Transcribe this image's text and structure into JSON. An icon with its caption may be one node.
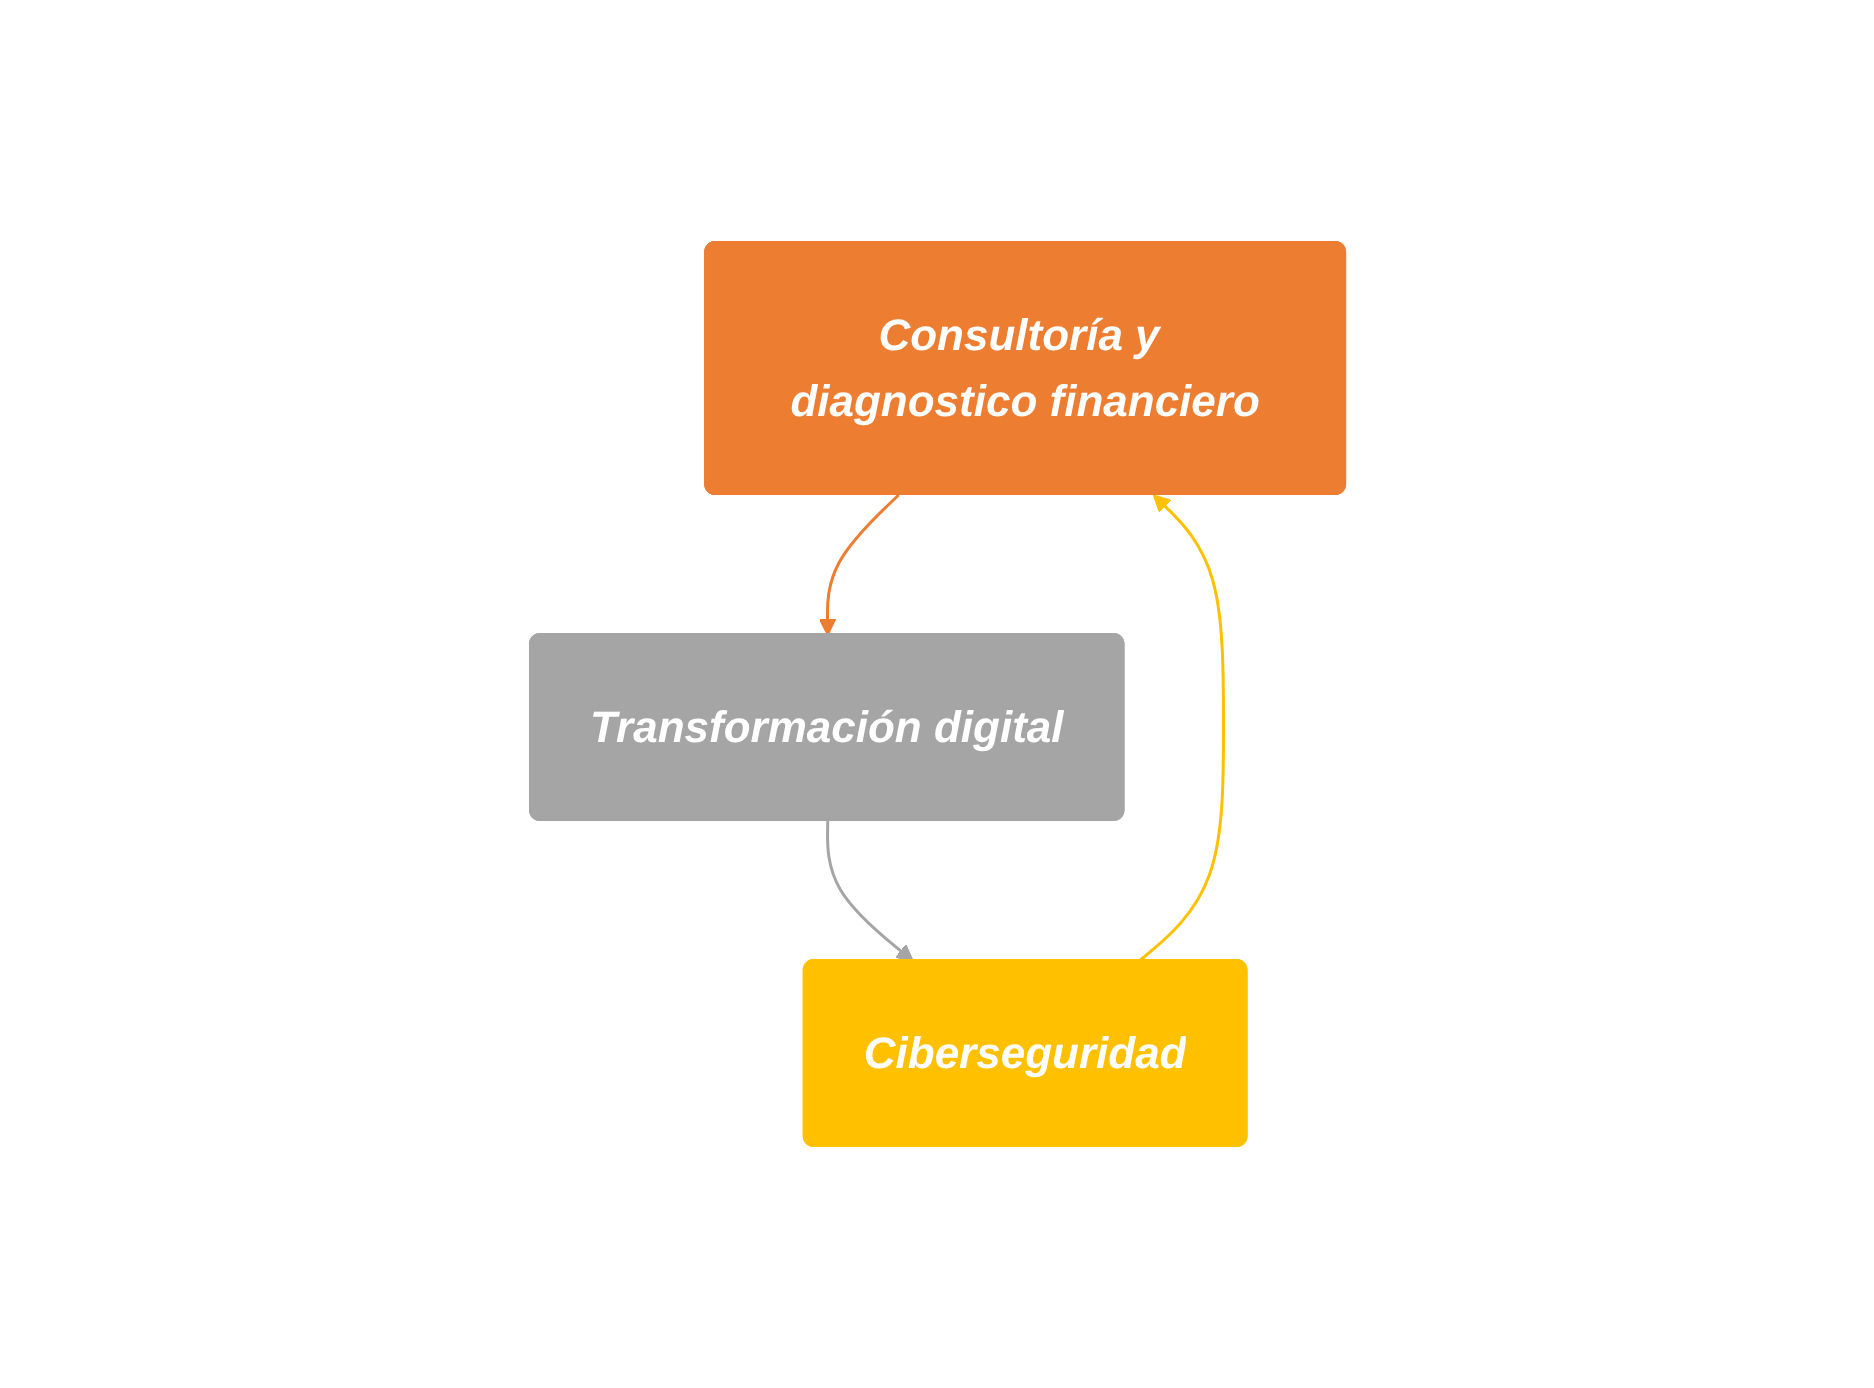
{
  "diagram": {
    "nodes": [
      {
        "text": [
          "Consultoría y diagnostico financiero"
        ]
      },
      {
        "text": [
          "Transformación digital"
        ]
      },
      {
        "text": [
          "Ciberseguridad"
        ]
      }
    ],
    "edges": [
      {
        "from": 0,
        "to": 1,
        "arrow": "to",
        "color": "#ed7d31"
      },
      {
        "from": 1,
        "to": 2,
        "arrow": "to",
        "color": "#a5a5a5"
      },
      {
        "from": 2,
        "to": 0,
        "arrow": "to",
        "color": "#ffc000"
      }
    ]
  }
}
